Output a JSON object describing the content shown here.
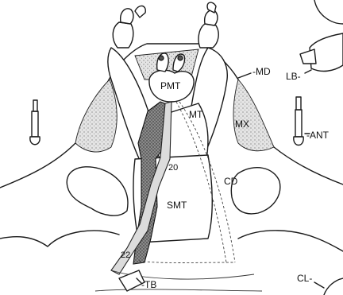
{
  "labels": {
    "pmt": "PMT",
    "mt": "MT",
    "mx": "MX",
    "md": "-MD",
    "lb": "LB-",
    "ant": "-ANT",
    "cd": "CD",
    "smt": "SMT",
    "n20": "20",
    "n22": "22",
    "tb": "-TB",
    "cl": "CL-"
  }
}
